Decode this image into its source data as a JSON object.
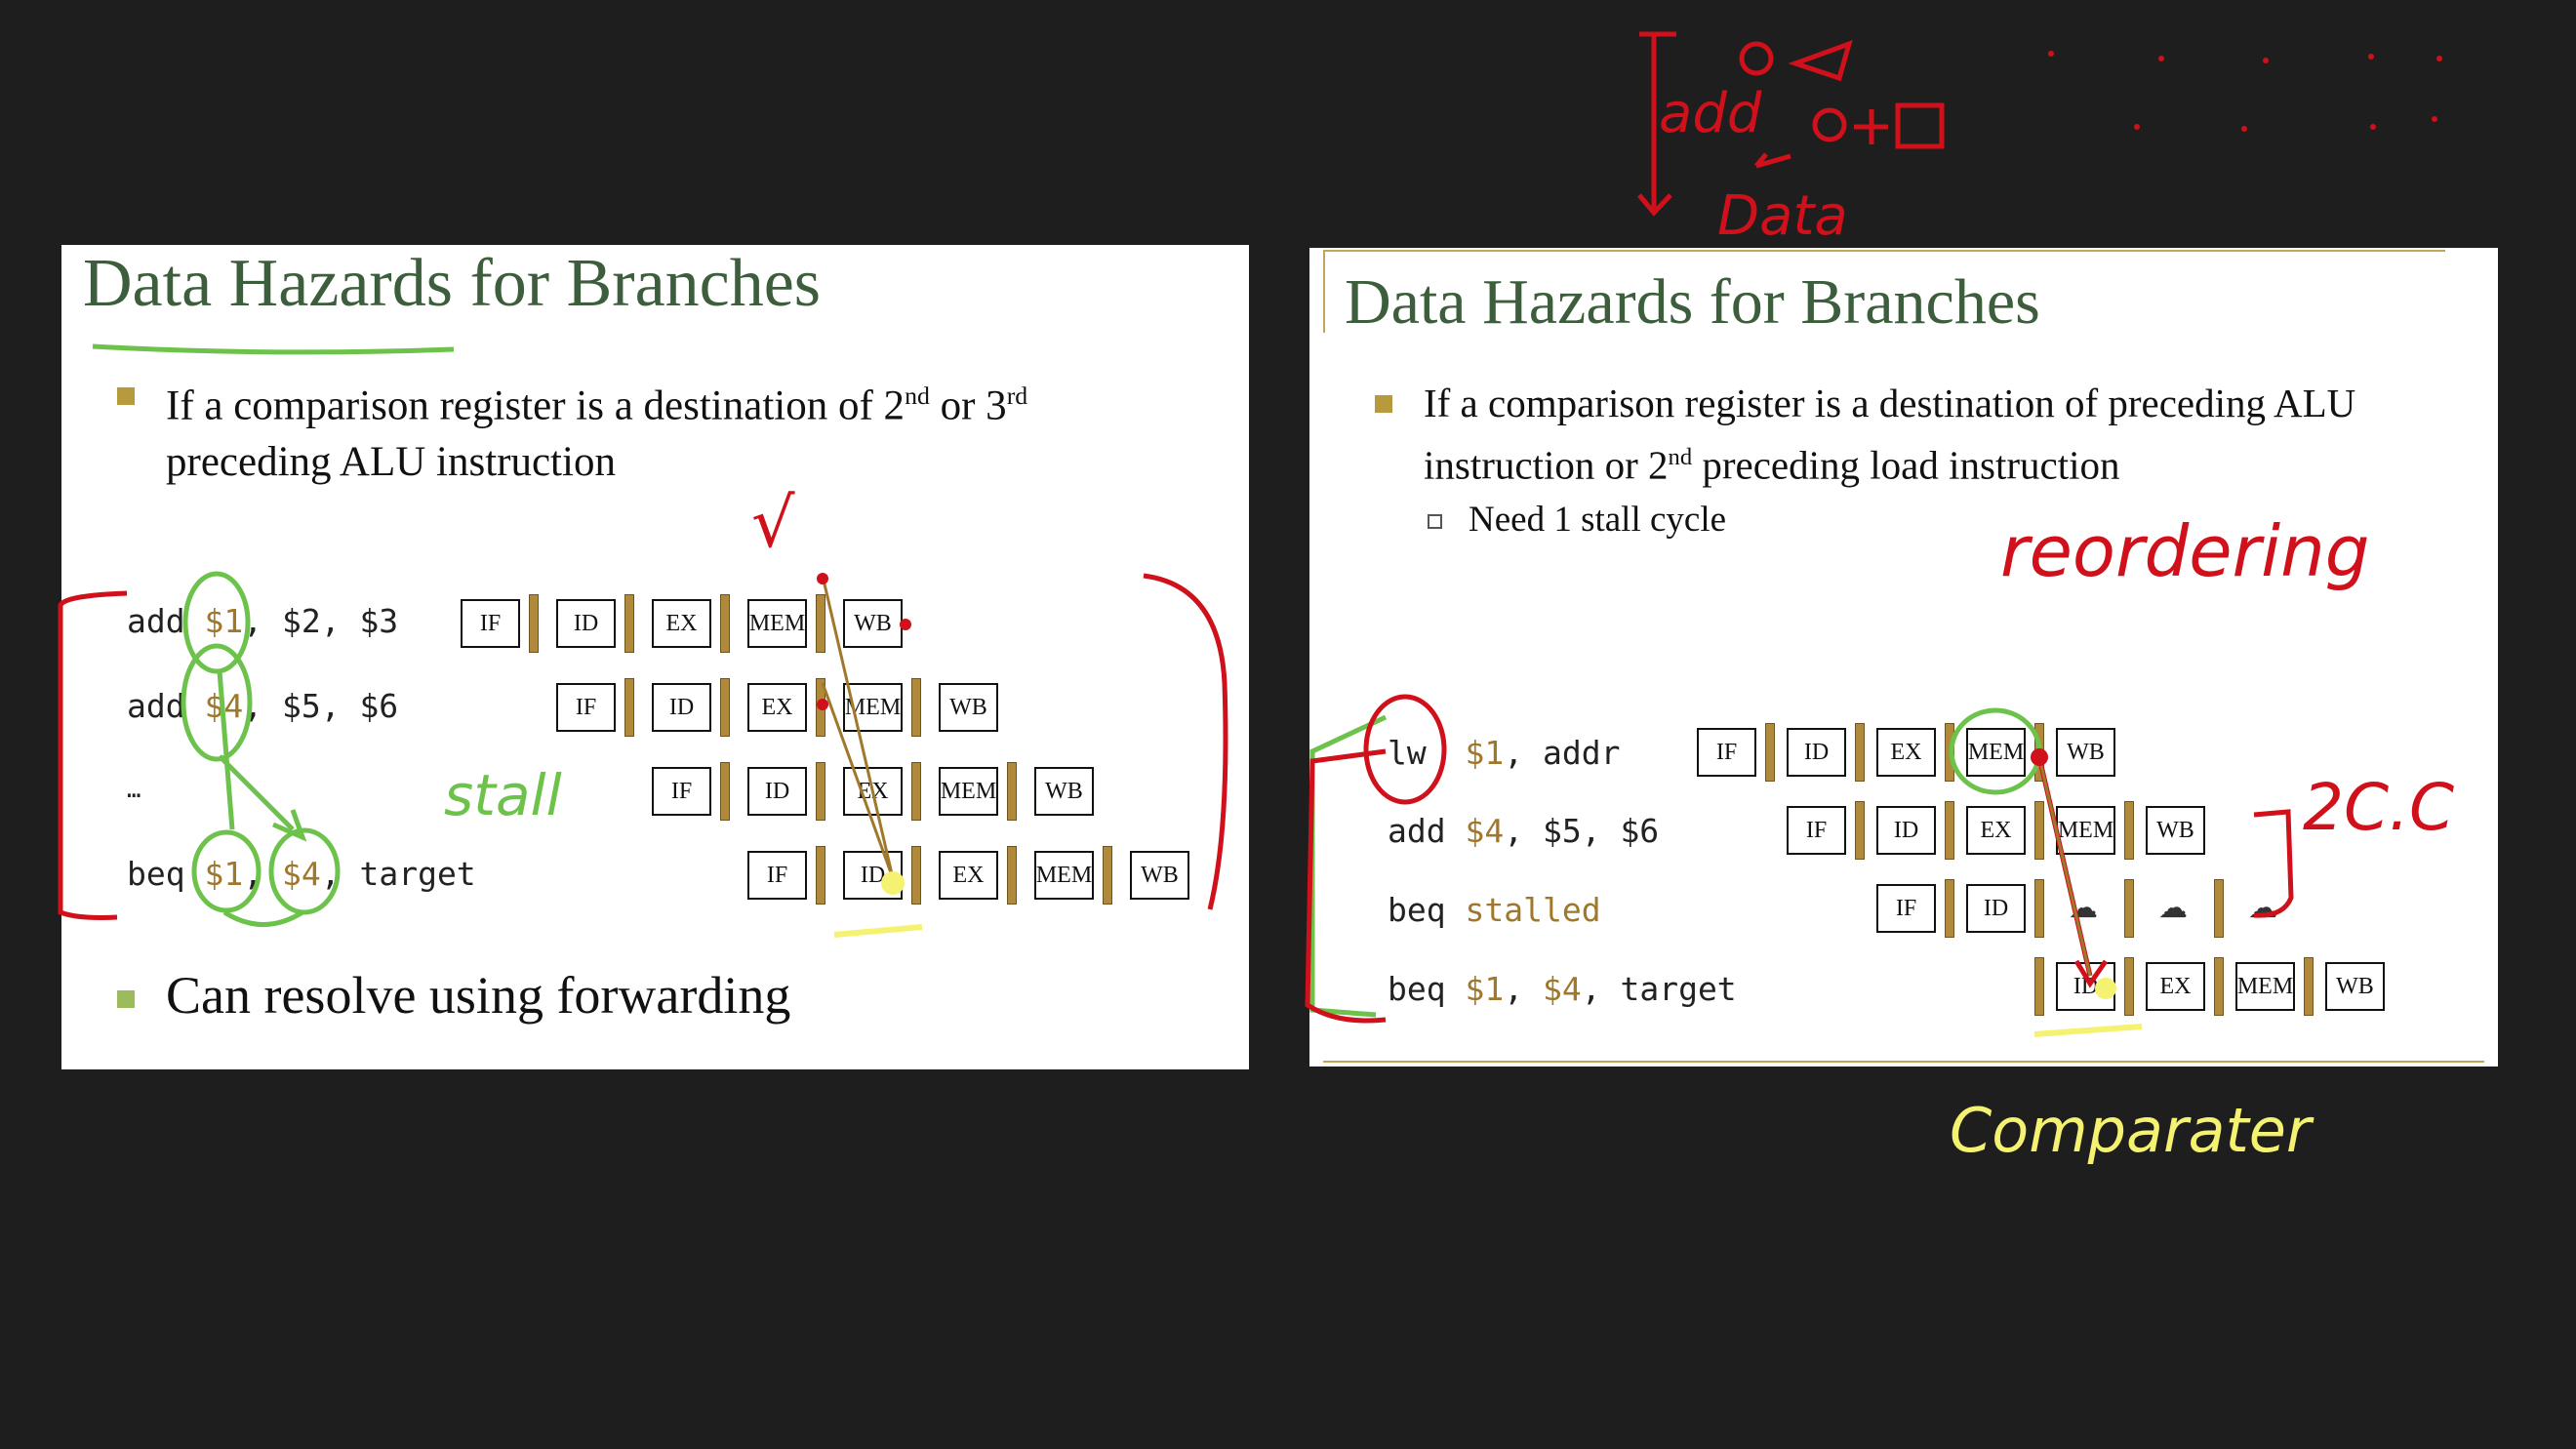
{
  "left_slide": {
    "title": "Data Hazards for Branches",
    "bullet1": {
      "pre": "If a comparison register is a destination of 2",
      "sup1": "nd",
      "mid": " or 3",
      "sup2": "rd",
      "line2": "preceding ALU instruction"
    },
    "instructions": [
      {
        "op": "add ",
        "r1": "$1",
        "rest": ", $2, $3"
      },
      {
        "op": "add ",
        "r1": "$4",
        "rest": ", $5, $6"
      },
      {
        "op": "…",
        "r1": "",
        "rest": ""
      },
      {
        "op": "beq ",
        "r1": "$1",
        "mid": ", ",
        "r2": "$4",
        "rest": ", target"
      }
    ],
    "stage_labels": [
      "IF",
      "ID",
      "EX",
      "MEM",
      "WB"
    ],
    "bullet2": "Can resolve using forwarding"
  },
  "right_slide": {
    "title": "Data Hazards for Branches",
    "bullet1": {
      "line1": "If a comparison register is a destination of preceding ALU",
      "pre2": "instruction or 2",
      "sup": "nd",
      "post2": " preceding load instruction"
    },
    "sub_bullet": "Need 1 stall cycle",
    "instructions": [
      {
        "op": "lw  ",
        "r1": "$1",
        "rest": ", addr"
      },
      {
        "op": "add ",
        "r1": "$4",
        "mid": ", $5, $6",
        "r2": "",
        "rest": ""
      },
      {
        "op": "beq ",
        "r1": "stalled",
        "rest": ""
      },
      {
        "op": "beq ",
        "r1": "$1",
        "mid": ", ",
        "r2": "$4",
        "rest": ", target"
      }
    ],
    "stage_labels": [
      "IF",
      "ID",
      "EX",
      "MEM",
      "WB"
    ]
  },
  "annotations": {
    "left_stall": "stall",
    "left_check": "√",
    "top_add": "add",
    "top_data": "Data",
    "right_reordering": "reordering",
    "right_2cc": "2C.C",
    "right_comparator": "Comparater"
  },
  "colors": {
    "background": "#1e1e1e",
    "title_green": "#3c5e3c",
    "register_gold": "#a0782c",
    "ink_green": "#6cc24a",
    "ink_red": "#d0101a",
    "ink_yellow": "#f4f270"
  }
}
